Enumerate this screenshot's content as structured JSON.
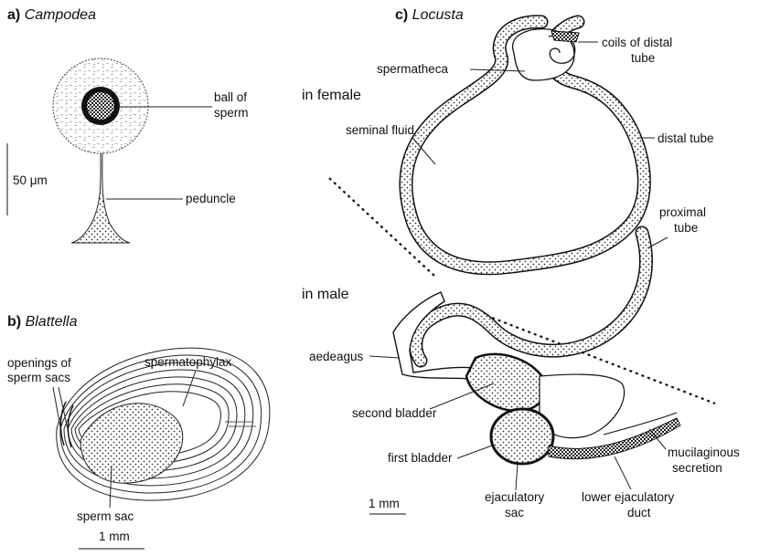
{
  "panels": {
    "a": {
      "letter": "a)",
      "genus": "Campodea",
      "labels": {
        "ball": [
          "ball of",
          "sperm"
        ],
        "peduncle": "peduncle"
      },
      "scale": "50 μm"
    },
    "b": {
      "letter": "b)",
      "genus": "Blattella",
      "labels": {
        "openings": [
          "openings of",
          "sperm sacs"
        ],
        "spermatophylax": "spermatophylax",
        "sperm_sac": "sperm sac"
      },
      "scale": "1 mm"
    },
    "c": {
      "letter": "c)",
      "genus": "Locusta",
      "sections": {
        "female": "in female",
        "male": "in male"
      },
      "labels": {
        "coils": [
          "coils of distal",
          "tube"
        ],
        "spermatheca": "spermatheca",
        "seminal_fluid": "seminal fluid",
        "distal_tube": "distal tube",
        "proximal_tube": [
          "proximal",
          "tube"
        ],
        "aedeagus": "aedeagus",
        "second_bladder": "second bladder",
        "first_bladder": "first bladder",
        "ejaculatory_sac": [
          "ejaculatory",
          "sac"
        ],
        "lower_ejaculatory_duct": [
          "lower ejaculatory",
          "duct"
        ],
        "mucilaginous_secretion": [
          "mucilaginous",
          "secretion"
        ]
      },
      "scale": "1 mm"
    }
  }
}
